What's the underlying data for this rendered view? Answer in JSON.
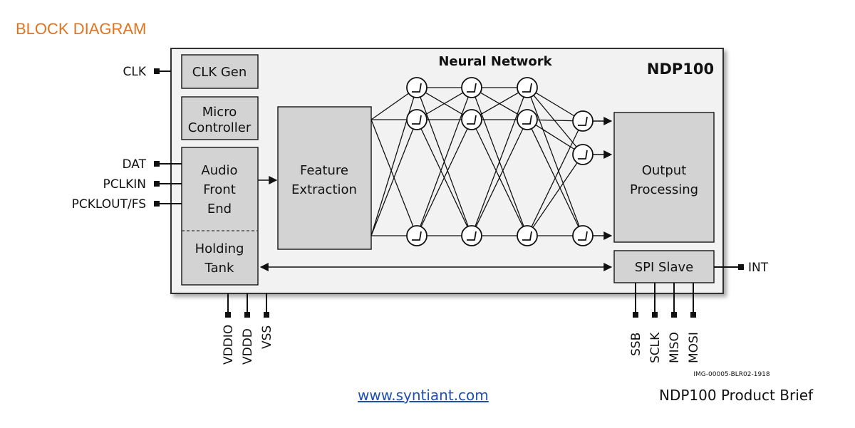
{
  "heading": "BLOCK DIAGRAM",
  "chip": {
    "name": "NDP100",
    "neural_network_label": "Neural Network",
    "blocks": {
      "clk_gen": [
        "CLK Gen"
      ],
      "micro_controller": [
        "Micro",
        "Controller"
      ],
      "audio_front_end": [
        "Audio",
        "Front",
        "End"
      ],
      "holding_tank": [
        "Holding",
        "Tank"
      ],
      "feature_extraction": [
        "Feature",
        "Extraction"
      ],
      "output_processing": [
        "Output",
        "Processing"
      ],
      "spi_slave": [
        "SPI Slave"
      ]
    }
  },
  "pins": {
    "left": [
      "CLK",
      "DAT",
      "PCLKIN",
      "PCKLOUT/FS"
    ],
    "right": [
      "INT"
    ],
    "bottom_power": [
      "VDDIO",
      "VDDD",
      "VSS"
    ],
    "bottom_spi": [
      "SSB",
      "SCLK",
      "MISO",
      "MOSI"
    ]
  },
  "image_code": "IMG-00005-BLR02-1918",
  "footer": {
    "url": "www.syntiant.com",
    "brief": "NDP100 Product Brief"
  }
}
